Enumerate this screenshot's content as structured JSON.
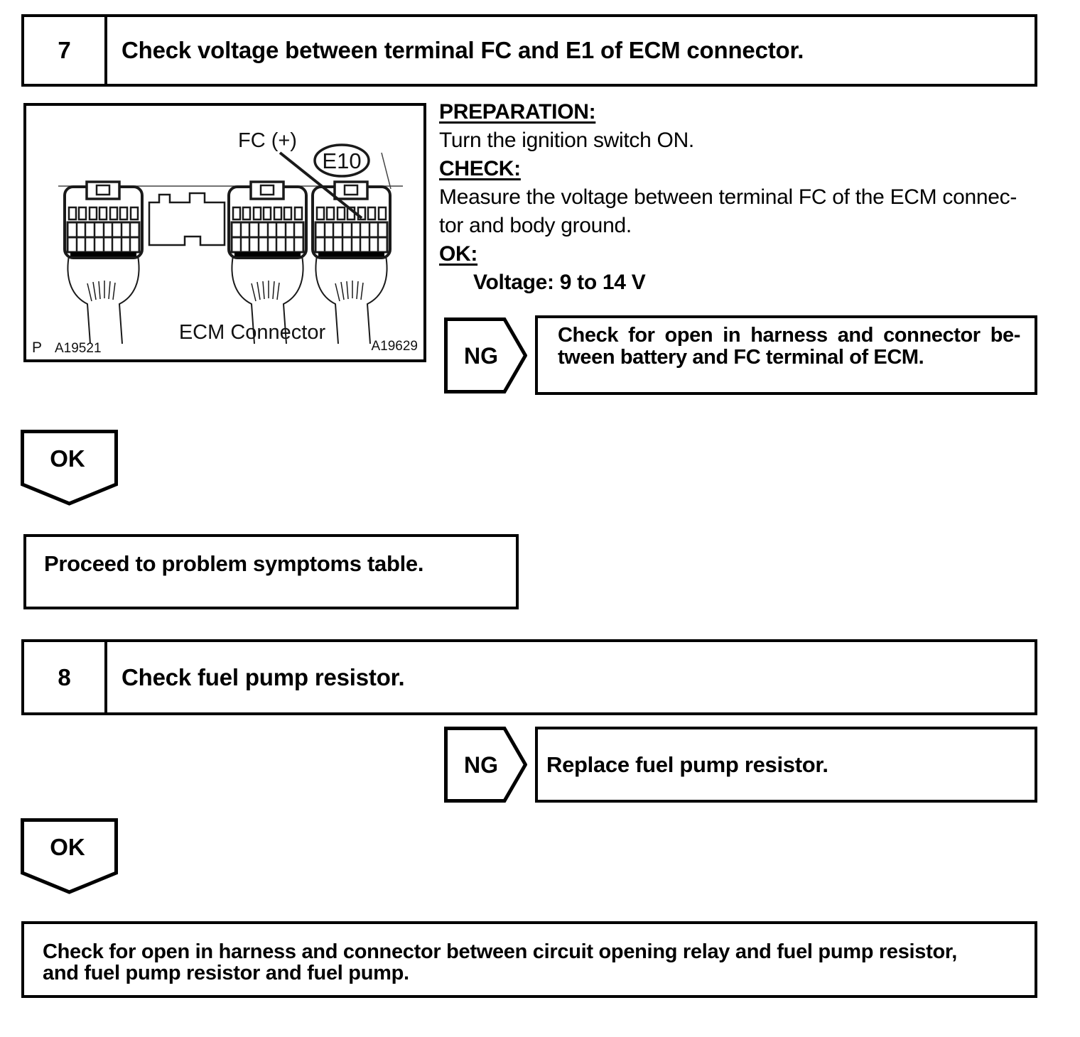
{
  "step7": {
    "number": "7",
    "title": "Check voltage between terminal FC and E1 of ECM connector."
  },
  "figure": {
    "label_fc": "FC (+)",
    "label_e10": "E10",
    "caption": "ECM Connector",
    "code_left_prefix": "P",
    "code_left": "A19521",
    "code_right": "A19629"
  },
  "procedure": {
    "preparation_heading": "PREPARATION:",
    "preparation_text": "Turn the ignition switch ON.",
    "check_heading": "CHECK:",
    "check_line_1": "Measure the voltage between terminal FC of the ECM connec-",
    "check_line_2": "tor and body ground.",
    "ok_heading": "OK:",
    "ok_spec": "Voltage: 9 to 14 V"
  },
  "flow": {
    "ng1": {
      "label": "NG",
      "line_1": "Check for open in harness and connector be-",
      "line_2": "tween battery and FC terminal of ECM."
    },
    "ok1": {
      "label": "OK"
    },
    "proceed": {
      "text": "Proceed to problem symptoms table."
    },
    "step8": {
      "number": "8",
      "title": "Check fuel pump resistor."
    },
    "ng2": {
      "label": "NG",
      "text": "Replace fuel pump resistor."
    },
    "ok2": {
      "label": "OK"
    },
    "result": {
      "line_1": "Check for open in harness and connector between circuit opening relay and fuel pump resistor,",
      "line_2": "and fuel pump resistor and fuel pump."
    }
  }
}
